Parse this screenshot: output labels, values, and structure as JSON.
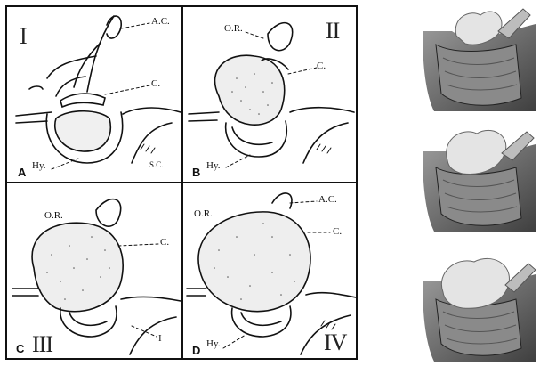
{
  "panels": [
    {
      "id": "A",
      "roman": "I",
      "letter": "A",
      "labels": {
        "ac": "A.C.",
        "c": "C.",
        "hy": "Hy.",
        "small": "S.C."
      }
    },
    {
      "id": "B",
      "roman": "II",
      "letter": "B",
      "labels": {
        "or": "O.R.",
        "c": "C.",
        "hy": "Hy."
      }
    },
    {
      "id": "C",
      "roman": "III",
      "letter": "C",
      "labels": {
        "or": "O.R.",
        "c": "C.",
        "i": "I"
      }
    },
    {
      "id": "D",
      "roman": "IV",
      "letter": "D",
      "labels": {
        "or": "O.R.",
        "ac": "A.C.",
        "c": "C.",
        "hy": "Hy."
      }
    }
  ],
  "illustrations": [
    "stage-1-illustration",
    "stage-2-illustration",
    "stage-3-illustration"
  ],
  "colors": {
    "ink": "#111111",
    "paper": "#ffffff",
    "tissue": "#d9d9d9",
    "tissue_dark": "#6e6e6e"
  }
}
